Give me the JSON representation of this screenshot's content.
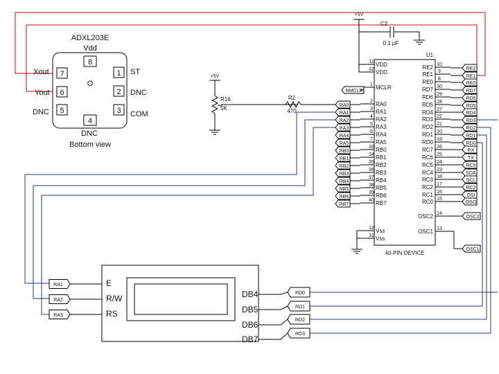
{
  "accel": {
    "part": "ADXL203E",
    "top_pin": "Vdd",
    "bottom_pin": "DNC",
    "view": "Bottom view",
    "center_mark": "O",
    "left_labels": [
      "Xout",
      "Yout",
      "DNC"
    ],
    "right_labels": [
      "ST",
      "DNC",
      "COM"
    ],
    "pin_numbers": {
      "p1": "1",
      "p2": "2",
      "p3": "3",
      "p4": "4",
      "p5": "5",
      "p6": "6",
      "p7": "7",
      "p8": "8"
    }
  },
  "supply": {
    "vcc_top": "+5V",
    "vcc_pot": "+5V",
    "cap_ref": "C2",
    "cap_value": "0.1 µF"
  },
  "pot": {
    "ref": "R16",
    "value": "5K"
  },
  "resistor": {
    "ref": "R2",
    "value": "470"
  },
  "mcu": {
    "ref": "U1",
    "caption": "40-PIN DEVICE",
    "left_pins": [
      {
        "num": "11",
        "name": "VDD"
      },
      {
        "num": "32",
        "name": "VDD"
      },
      {
        "num": "1",
        "name": "MCLR"
      },
      {
        "num": "2",
        "name": "RA0"
      },
      {
        "num": "3",
        "name": "RA1"
      },
      {
        "num": "4",
        "name": "RA2"
      },
      {
        "num": "5",
        "name": "RA3"
      },
      {
        "num": "6",
        "name": "RA4"
      },
      {
        "num": "7",
        "name": "RA5"
      },
      {
        "num": "33",
        "name": "RB0"
      },
      {
        "num": "34",
        "name": "RB1"
      },
      {
        "num": "35",
        "name": "RB2"
      },
      {
        "num": "36",
        "name": "RB3"
      },
      {
        "num": "37",
        "name": "RB4"
      },
      {
        "num": "38",
        "name": "RB5"
      },
      {
        "num": "39",
        "name": "RB6"
      },
      {
        "num": "40",
        "name": "RB7"
      },
      {
        "num": "12",
        "name": "Vss"
      },
      {
        "num": "31",
        "name": "Vss"
      }
    ],
    "right_pins": [
      {
        "num": "10",
        "name": "RE2"
      },
      {
        "num": "9",
        "name": "RE1"
      },
      {
        "num": "8",
        "name": "RE0"
      },
      {
        "num": "30",
        "name": "RD7"
      },
      {
        "num": "29",
        "name": "RD6"
      },
      {
        "num": "28",
        "name": "RD5"
      },
      {
        "num": "27",
        "name": "RD4"
      },
      {
        "num": "22",
        "name": "RD3"
      },
      {
        "num": "21",
        "name": "RD2"
      },
      {
        "num": "20",
        "name": "RD1"
      },
      {
        "num": "19",
        "name": "RD0"
      },
      {
        "num": "26",
        "name": "RC7"
      },
      {
        "num": "25",
        "name": "RC6"
      },
      {
        "num": "24",
        "name": "RC5"
      },
      {
        "num": "23",
        "name": "RC4"
      },
      {
        "num": "18",
        "name": "RC3"
      },
      {
        "num": "17",
        "name": "RC2"
      },
      {
        "num": "16",
        "name": "RC1"
      },
      {
        "num": "15",
        "name": "RC0"
      },
      {
        "num": "14",
        "name": "OSC2"
      },
      {
        "num": "13",
        "name": "OSC1"
      }
    ],
    "left_tags": [
      "NMCLR",
      "RA0",
      "RA1",
      "RA2",
      "RA3",
      "RA4",
      "RA5",
      "RB0",
      "RB1",
      "RB2",
      "RB3",
      "RB4",
      "RB5",
      "RB6",
      "RB7"
    ],
    "right_tags": [
      "RE2",
      "RE1",
      "RE0",
      "RD7",
      "RD6",
      "RD5",
      "RD4",
      "RD3",
      "RD2",
      "RD1",
      "RD0",
      "RX",
      "TX",
      "RC5",
      "SDA",
      "SCL",
      "RC2",
      "OSI",
      "OSO",
      "OSC2",
      "OSC1"
    ]
  },
  "lcd": {
    "control_labels": [
      "E",
      "R/W",
      "RS"
    ],
    "control_tags": [
      "RA1",
      "RA2",
      "RA3"
    ],
    "data_labels": [
      "DB4",
      "DB5",
      "DB6",
      "DB7"
    ],
    "data_tags": [
      "RD0",
      "RD1",
      "RD2",
      "RD3"
    ]
  }
}
